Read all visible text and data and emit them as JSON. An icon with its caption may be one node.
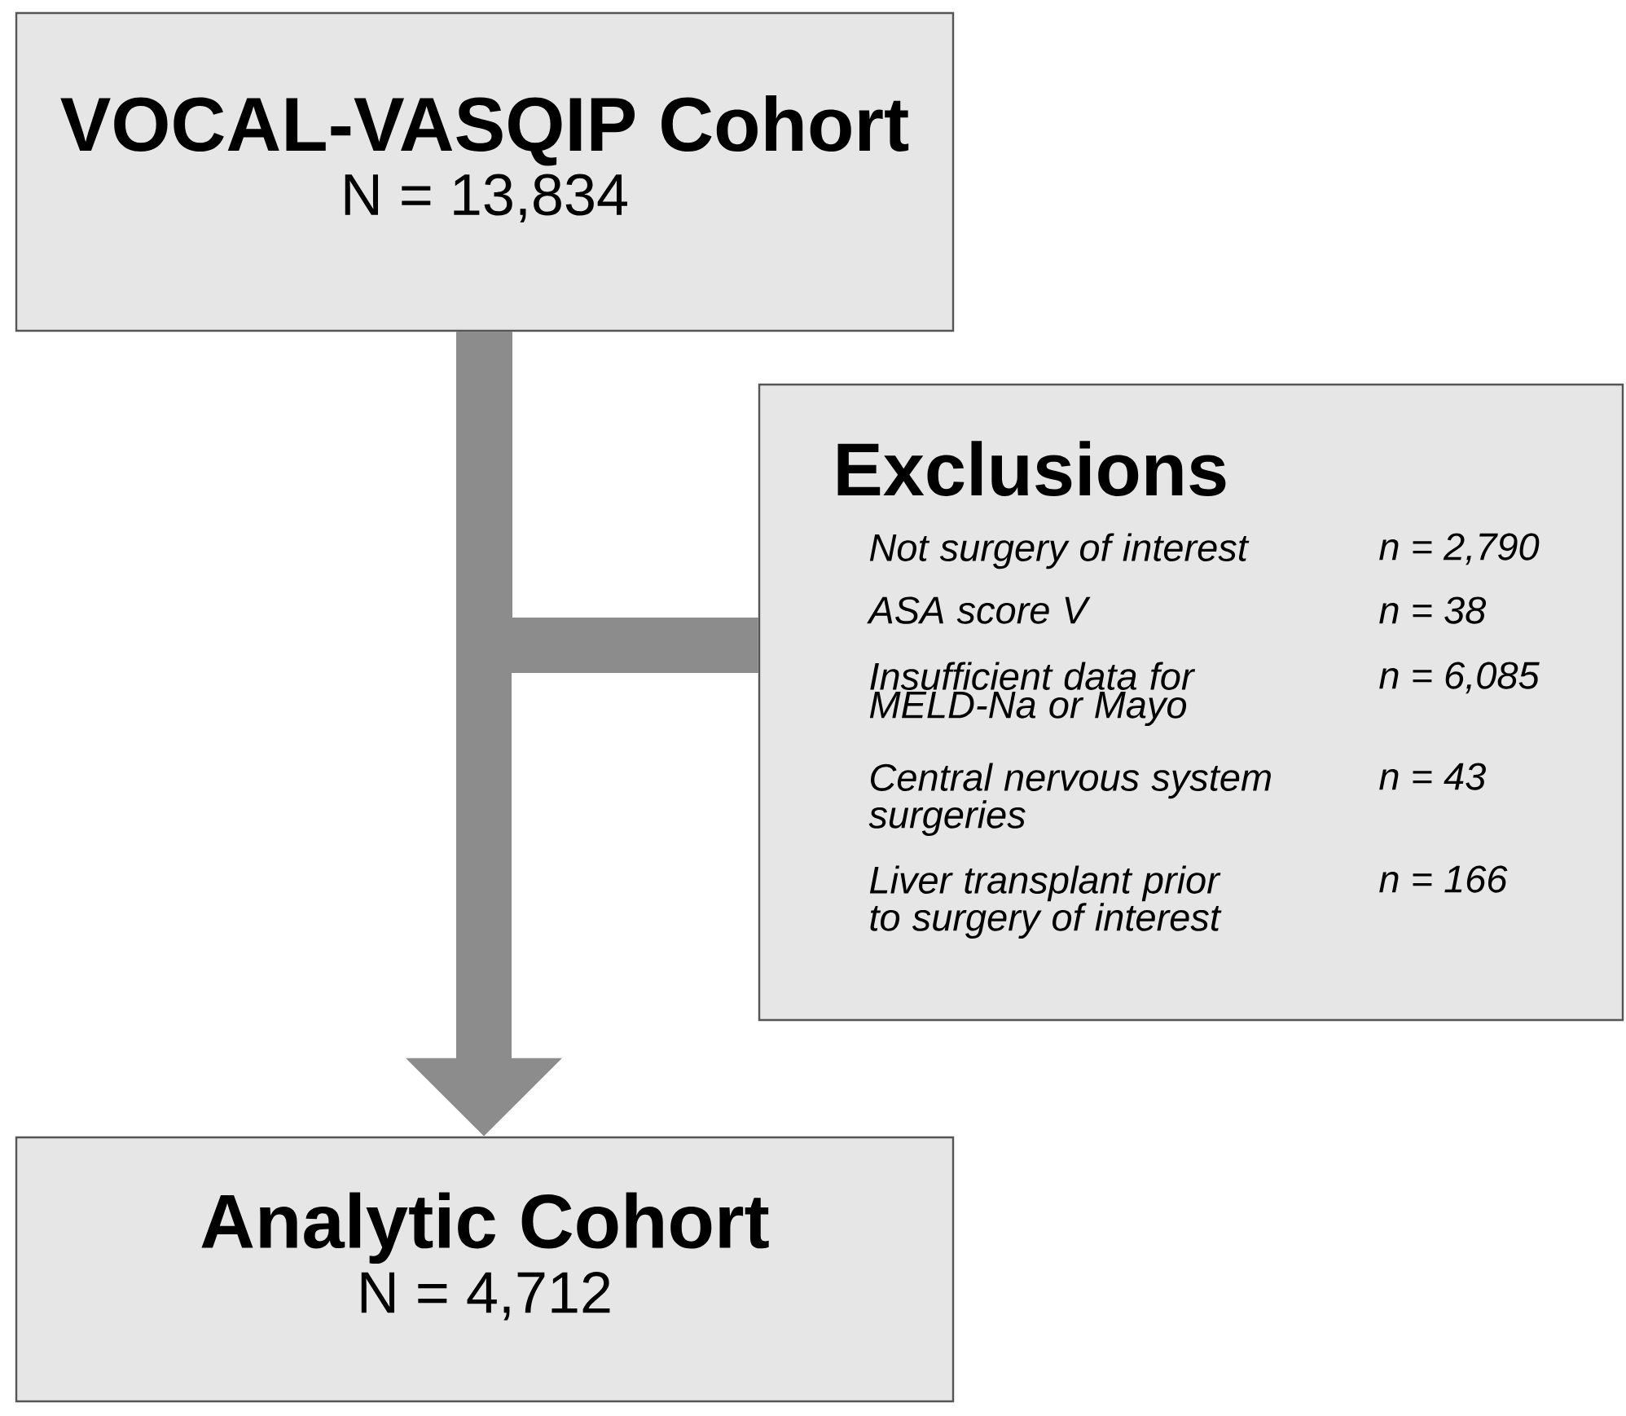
{
  "diagram": {
    "nodes": [
      {
        "text": [
          "VOCAL-VASQIP Cohort",
          "N = 13,834"
        ]
      },
      {
        "text": [
          "Exclusions",
          "Not surgery of interest",
          "n = 2,790",
          "ASA score V",
          "n = 38",
          "Insufficient data for MELD-Na or Mayo",
          "n = 6,085",
          "Central nervous system surgeries",
          "n = 43",
          "Liver transplant prior to surgery of interest",
          "n = 166"
        ]
      },
      {
        "text": [
          "Analytic Cohort",
          "N = 4,712"
        ]
      }
    ],
    "edges": [
      {
        "from": 0,
        "to": 2,
        "arrow": "to"
      },
      {
        "from": 0,
        "to": 1,
        "arrow": "none"
      }
    ]
  }
}
